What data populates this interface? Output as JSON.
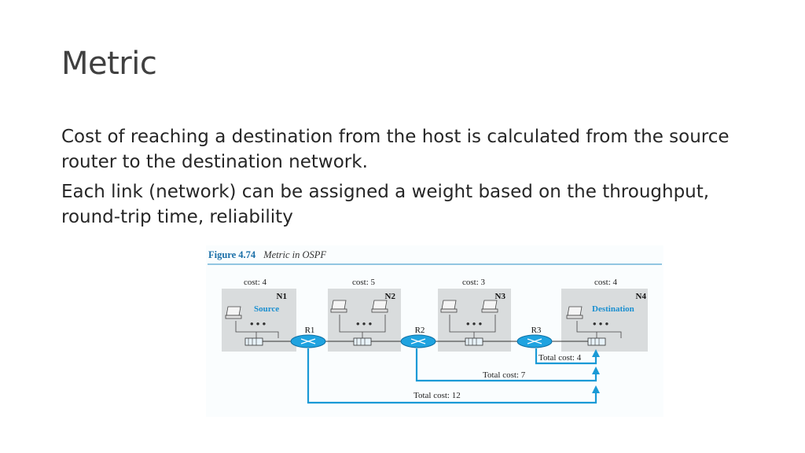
{
  "slide": {
    "title": "Metric",
    "bullets": [
      "Cost of reaching a destination from the host is calculated from the source router to the destination network.",
      "Each link (network) can be assigned a weight based on the throughput, round-trip time, reliability"
    ]
  },
  "figure": {
    "number": "Figure 4.74",
    "caption": "Metric in OSPF",
    "networks": [
      {
        "id": "N1",
        "cost": "cost: 4",
        "role": "Source"
      },
      {
        "id": "N2",
        "cost": "cost: 5",
        "role": ""
      },
      {
        "id": "N3",
        "cost": "cost: 3",
        "role": ""
      },
      {
        "id": "N4",
        "cost": "cost: 4",
        "role": "Destination"
      }
    ],
    "routers": [
      "R1",
      "R2",
      "R3"
    ],
    "totals": [
      "Total cost: 4",
      "Total cost: 7",
      "Total cost: 12"
    ],
    "colors": {
      "accent": "#1a9ad6",
      "network_bg": "#d9dcdd",
      "router": "#1fa3e0",
      "caption": "#1a6fa8"
    }
  }
}
